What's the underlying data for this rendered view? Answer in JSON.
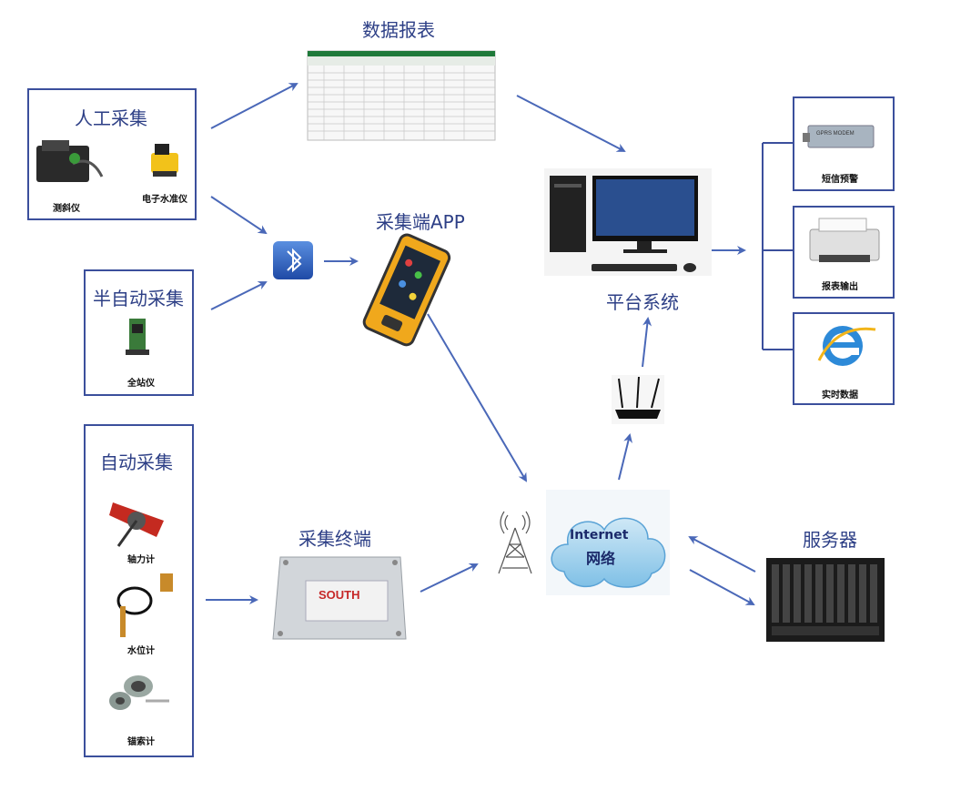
{
  "manual": {
    "title": "人工采集",
    "items": [
      "测斜仪",
      "电子水准仪"
    ]
  },
  "semi": {
    "title": "半自动采集",
    "items": [
      "全站仪"
    ]
  },
  "auto": {
    "title": "自动采集",
    "items": [
      "轴力计",
      "水位计",
      "锚索计"
    ]
  },
  "report": {
    "title": "数据报表"
  },
  "app": {
    "title": "采集端APP"
  },
  "terminal": {
    "title": "采集终端",
    "brand": "SOUTH"
  },
  "platform": {
    "title": "平台系统"
  },
  "cloud": {
    "line1": "Internet",
    "line2": "网络"
  },
  "server": {
    "title": "服务器"
  },
  "outputs": {
    "sms": "短信预警",
    "print": "报表输出",
    "realtime": "实时数据",
    "gprs": "GPRS MODEM"
  },
  "colors": {
    "border": "#3b4f9c",
    "arrow": "#4a68b8",
    "text": "#2d3f86"
  }
}
